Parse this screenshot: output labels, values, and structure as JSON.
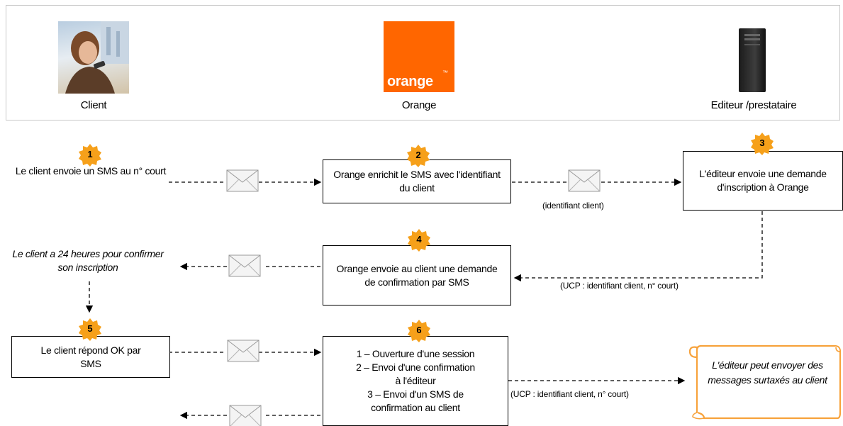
{
  "header": {
    "actors": [
      {
        "label": "Client",
        "icon": "client-photo"
      },
      {
        "label": "Orange",
        "icon": "orange-logo"
      },
      {
        "label": "Editeur /prestataire",
        "icon": "server-icon"
      }
    ],
    "logo_text": "orange",
    "logo_tm": "™"
  },
  "steps": [
    {
      "num": "1",
      "text": "Le client envoie un SMS au n° court"
    },
    {
      "num": "2",
      "text": "Orange enrichit le SMS avec l'identifiant du client"
    },
    {
      "num": "3",
      "text": "L'éditeur envoie une demande d'inscription à Orange"
    },
    {
      "num": "4",
      "text": "Orange envoie au client une demande de confirmation par SMS"
    },
    {
      "num": "5",
      "text": "Le client répond OK par SMS"
    },
    {
      "num": "6",
      "lines": [
        "1 – Ouverture d'une session",
        "2 – Envoi d'une confirmation",
        "à l'éditeur",
        "3 – Envoi d'un SMS de",
        "confirmation au client"
      ]
    }
  ],
  "notes": {
    "confirm": "Le client a 24 heures pour confirmer son inscription",
    "final": "L'éditeur peut envoyer des messages surtaxés au client"
  },
  "edge_labels": {
    "id_client": "(identifiant client)",
    "ucp_1": "(UCP : identifiant client, n° court)",
    "ucp_2": "(UCP : identifiant client, n° court)"
  },
  "colors": {
    "orange": "#ff6600",
    "badge": "#f6a01a",
    "scroll": "#f7a23b"
  }
}
